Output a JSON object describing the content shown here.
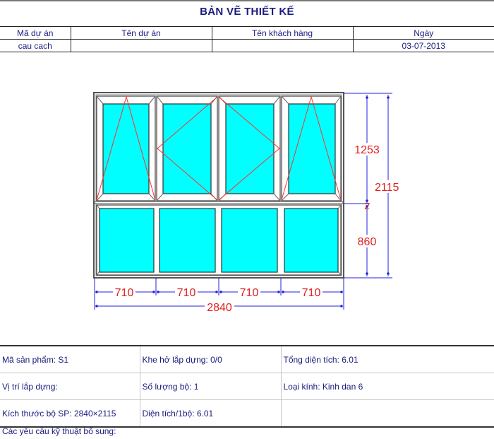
{
  "document": {
    "title": "BẢN VẼ THIẾT KẾ"
  },
  "header_table": {
    "columns": [
      "Mã dự án",
      "Tên dự án",
      "Tên khách hàng",
      "Ngày"
    ],
    "values": [
      "cau cach",
      "",
      "",
      "03-07-2013"
    ]
  },
  "drawing": {
    "colors": {
      "frame": "#555555",
      "glass": "#00FFFF",
      "opening_lines": "#FF3030",
      "dimension_lines": "#2020E0",
      "dimension_text": "#E02020"
    },
    "top_row_sashes": [
      {
        "opening": "tilt",
        "label": "panel-1"
      },
      {
        "opening": "casement-left",
        "label": "panel-2"
      },
      {
        "opening": "casement-right",
        "label": "panel-3"
      },
      {
        "opening": "tilt",
        "label": "panel-4"
      }
    ],
    "bottom_row_panels": 4,
    "dimensions": {
      "panel_widths": [
        "710",
        "710",
        "710",
        "710"
      ],
      "total_width": "2840",
      "top_height": "1253",
      "transom": "2",
      "bottom_height": "860",
      "total_height": "2115"
    }
  },
  "info_table": {
    "rows": [
      [
        "Mã sản phẩm: S1",
        "Khe hở lắp dựng: 0/0",
        "Tổng diện tích:  6.01"
      ],
      [
        "Vị trí lắp dựng:",
        "Số lượng bộ:  1",
        "Loại kính: Kinh dan  6"
      ],
      [
        "Kích thước bộ SP: 2840×2115",
        "Diện tích/1bộ:  6.01",
        ""
      ]
    ],
    "additional_requirements_label": "Các yêu cầu kỹ thuật bổ sung:"
  }
}
